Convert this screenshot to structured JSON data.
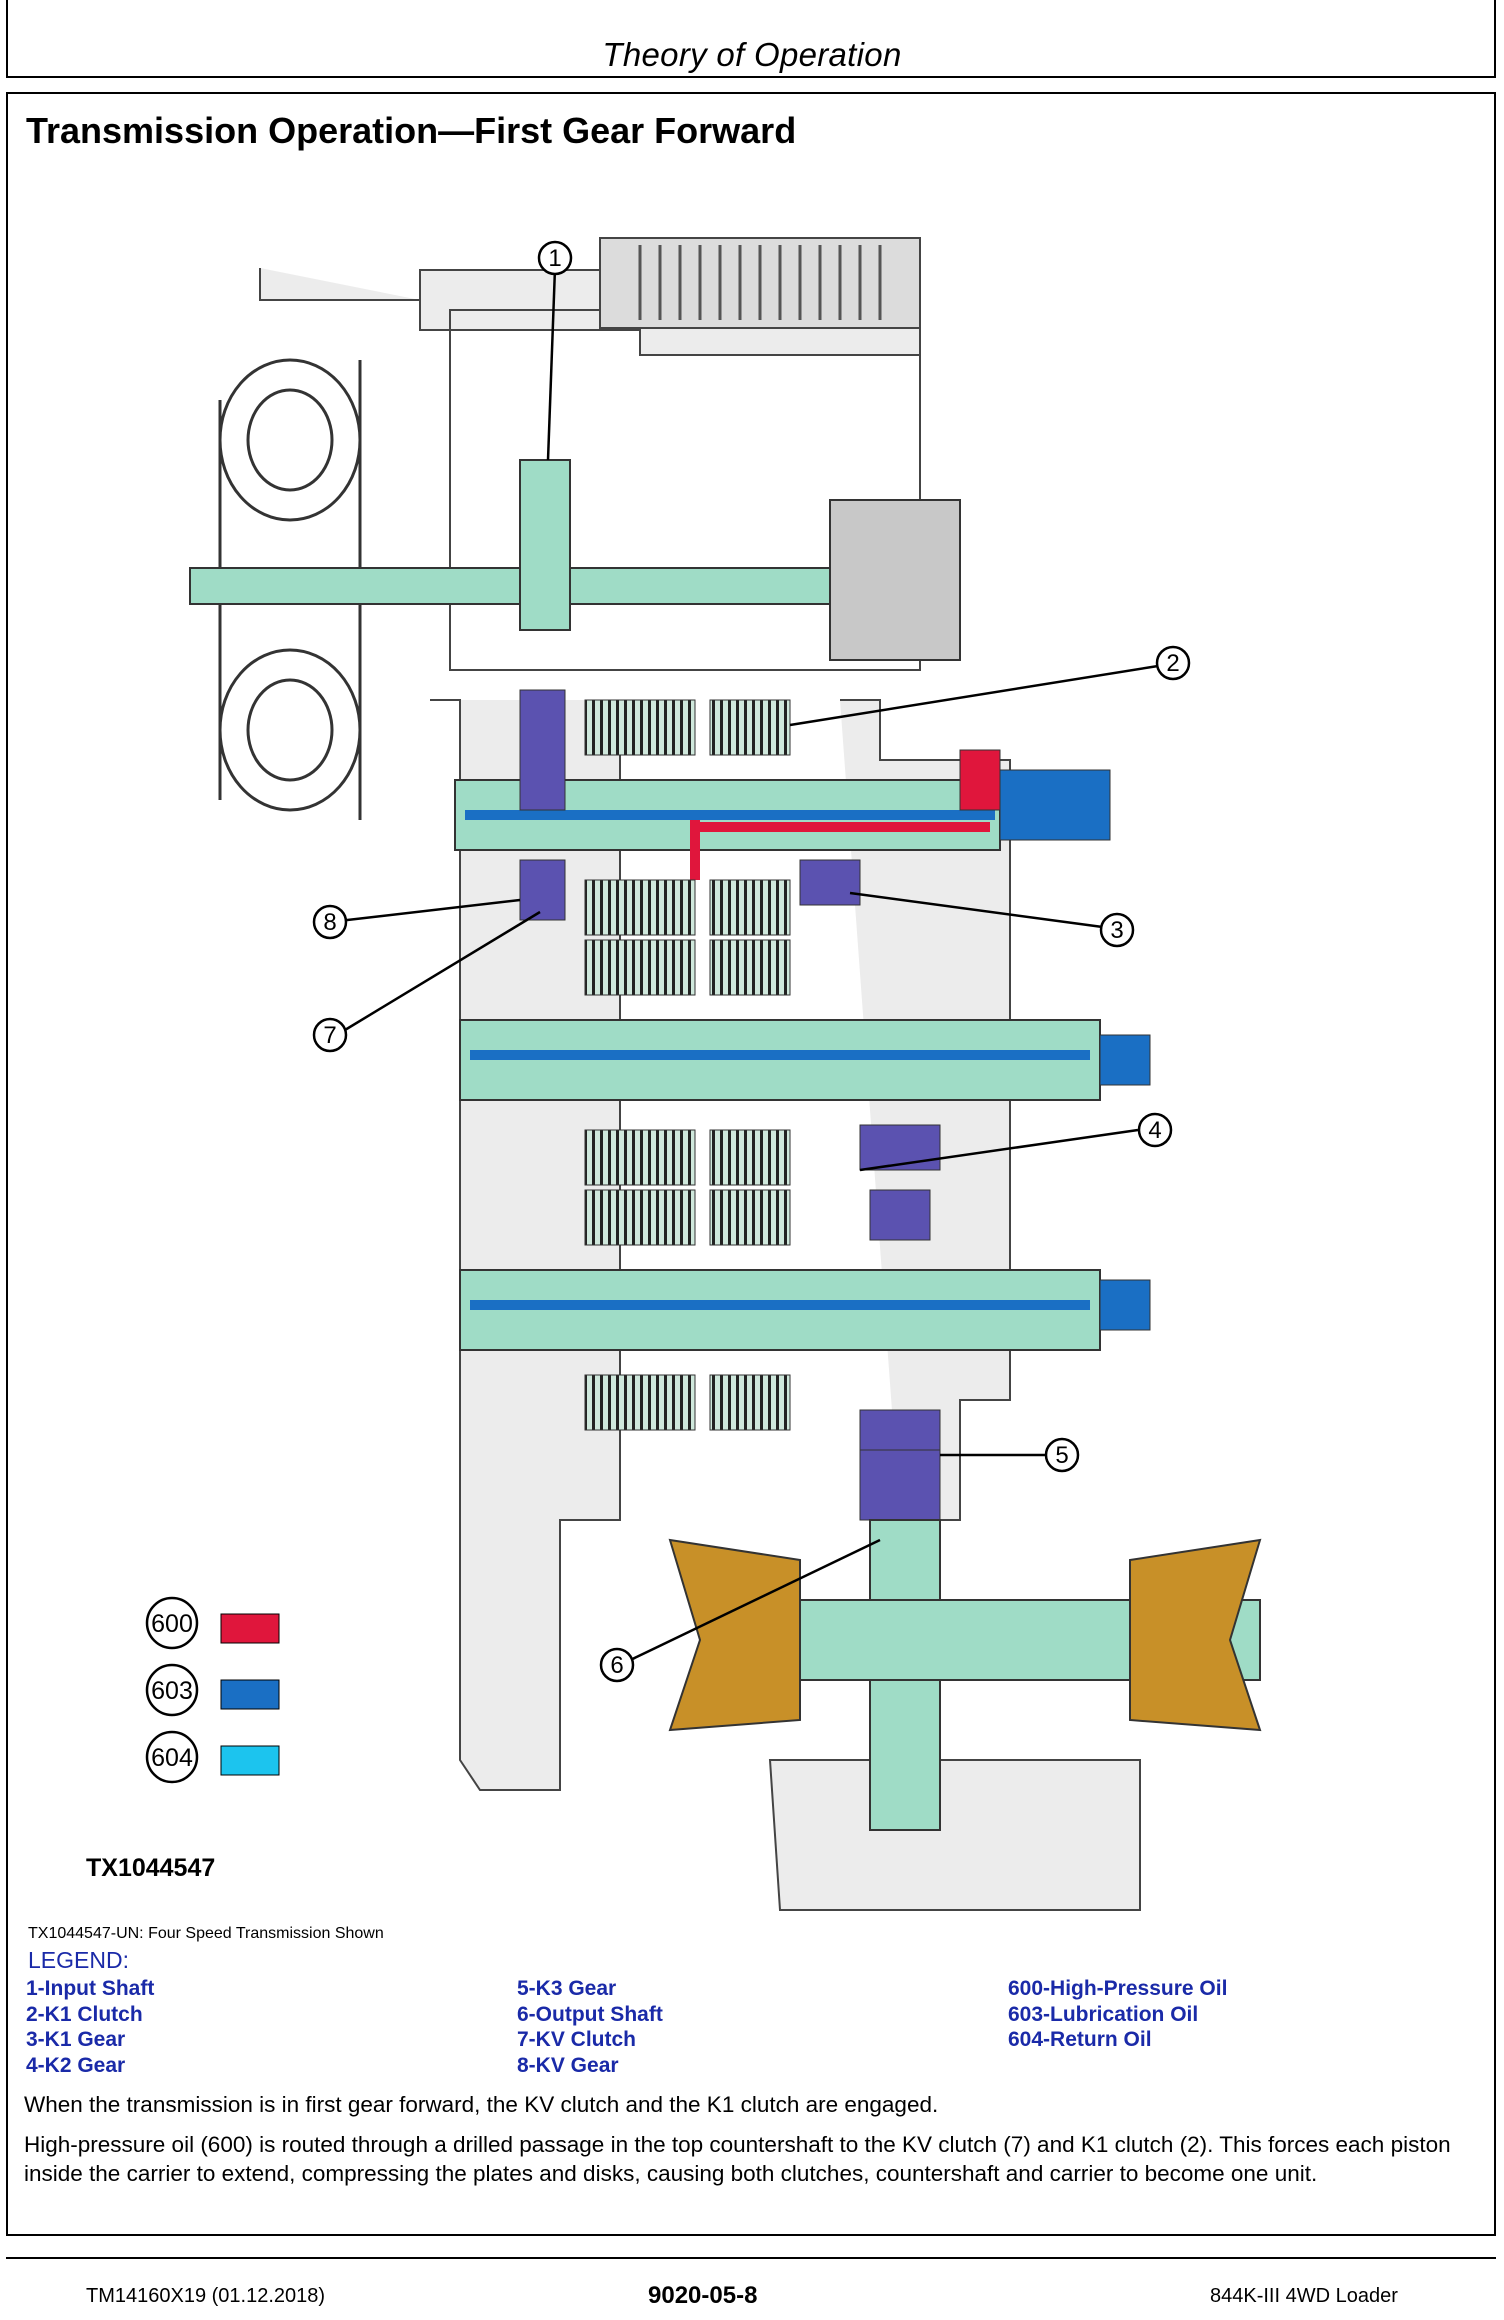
{
  "header": {
    "section": "Theory of Operation"
  },
  "page": {
    "title": "Transmission Operation—First Gear Forward"
  },
  "figure": {
    "id_label": "TX1044547",
    "caption": "TX1044547-UN: Four Speed Transmission Shown",
    "callouts": [
      "1",
      "2",
      "3",
      "4",
      "5",
      "6",
      "7",
      "8"
    ],
    "key": [
      {
        "code": "600",
        "color": "#e0163c"
      },
      {
        "code": "603",
        "color": "#1a6fc4"
      },
      {
        "code": "604",
        "color": "#1cc4ee"
      }
    ]
  },
  "legend": {
    "title": "LEGEND:",
    "col1": [
      "1-Input Shaft",
      "2-K1 Clutch",
      "3-K1 Gear",
      "4-K2 Gear"
    ],
    "col2": [
      "5-K3 Gear",
      "6-Output Shaft",
      "7-KV Clutch",
      "8-KV Gear"
    ],
    "col3": [
      "600-High-Pressure Oil",
      "603-Lubrication Oil",
      "604-Return Oil"
    ]
  },
  "body": {
    "p1": "When the transmission is in first gear forward, the KV clutch and the K1 clutch are engaged.",
    "p2": "High-pressure oil (600) is routed through a drilled passage in the top countershaft to the KV clutch (7) and K1 clutch (2). This forces each piston inside the carrier to extend, compressing the plates and disks, causing both clutches, countershaft and carrier to become one unit."
  },
  "footer": {
    "left": "TM14160X19 (01.12.2018)",
    "center": "9020-05-8",
    "right": "844K-III 4WD Loader"
  }
}
